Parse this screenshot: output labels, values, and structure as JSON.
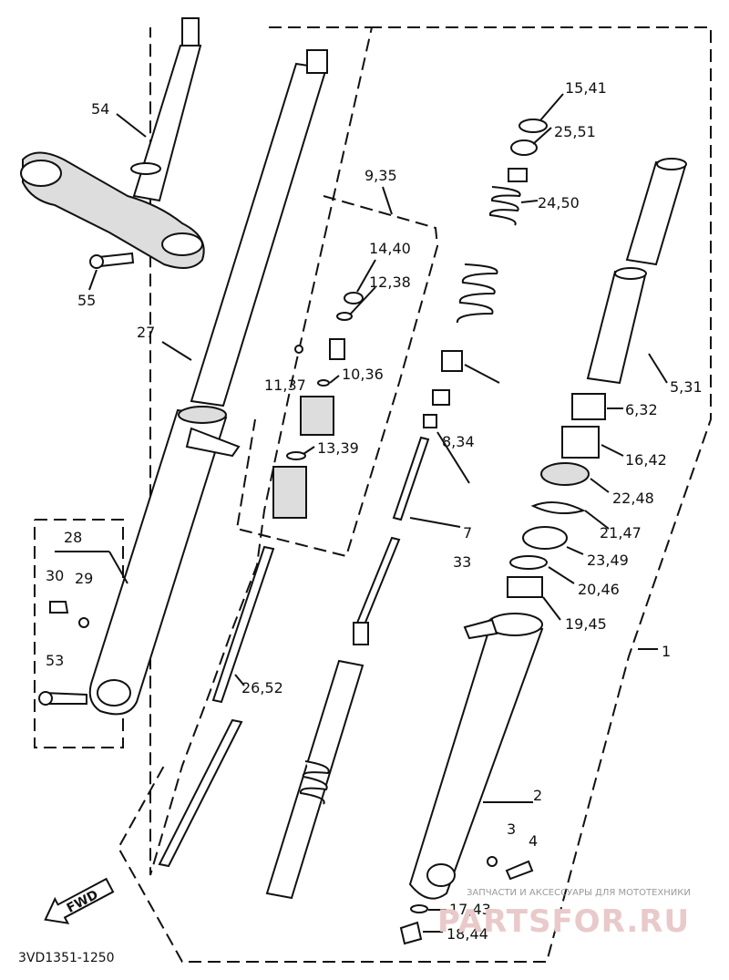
{
  "diagram": {
    "code": "3VD1351-1250",
    "fwd_label": "FWD",
    "watermark_caption": "ЗАПЧАСТИ И АКСЕССУАРЫ ДЛЯ МОТОТЕХНИКИ",
    "watermark_brand": "PARTSFOR.RU",
    "labels": {
      "l54": "54",
      "l55": "55",
      "l27": "27",
      "l28": "28",
      "l29": "29",
      "l30": "30",
      "l53": "53",
      "l935": "9,35",
      "l1440": "14,40",
      "l1238": "12,38",
      "l1137": "11,37",
      "l1036": "10,36",
      "l1339": "13,39",
      "l2652": "26,52",
      "l1541": "15,41",
      "l2551": "25,51",
      "l2450": "24,50",
      "l834": "8,34",
      "l7": "7",
      "l33": "33",
      "l531": "5,31",
      "l632": "6,32",
      "l1642": "16,42",
      "l2248": "22,48",
      "l2147": "21,47",
      "l2349": "23,49",
      "l2046": "20,46",
      "l1945": "19,45",
      "l1": "1",
      "l2": "2",
      "l3": "3",
      "l4": "4",
      "l1743": "17,43",
      "l1844": "18,44"
    }
  }
}
